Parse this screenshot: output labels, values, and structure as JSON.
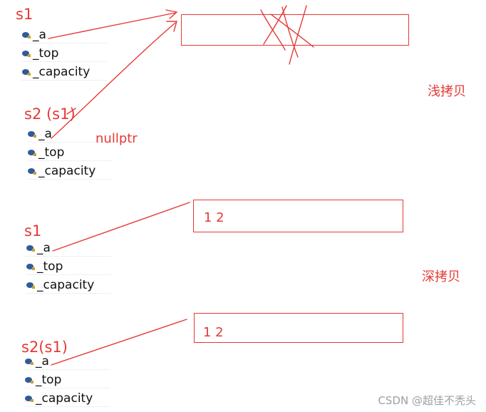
{
  "colors": {
    "annotation": "#e53935",
    "field_icon": "#2f5b9a"
  },
  "field_icon_name": "field-icon",
  "objects": [
    {
      "label": "s1",
      "fields": [
        "_a",
        "_top",
        "_capacity"
      ]
    },
    {
      "label": "s2 (s1)",
      "fields": [
        "_a",
        "_top",
        "_capacity"
      ]
    },
    {
      "label": "s1",
      "fields": [
        "_a",
        "_top",
        "_capacity"
      ]
    },
    {
      "label": "s2(s1)",
      "fields": [
        "_a",
        "_top",
        "_capacity"
      ]
    }
  ],
  "boxes": [
    {
      "content": ""
    },
    {
      "content": "1   2"
    },
    {
      "content": "1  2"
    }
  ],
  "labels": {
    "nullptr": "nullptr",
    "shallow_copy": "浅拷贝",
    "deep_copy": "深拷贝"
  },
  "watermark": "CSDN @超佳不秃头"
}
